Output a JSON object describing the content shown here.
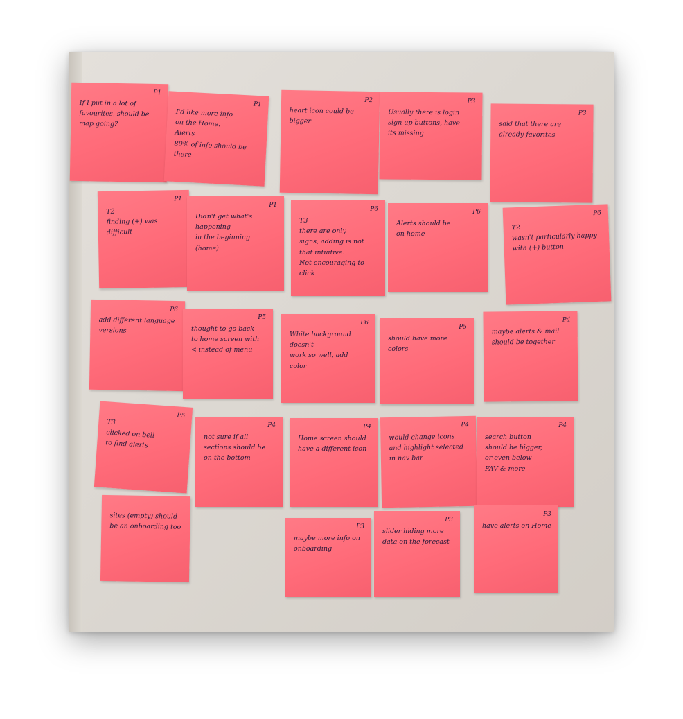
{
  "notes": [
    {
      "tag": "P1",
      "text": "If I put in a lot of\nfavourites, should be\nmap going?"
    },
    {
      "tag": "P1",
      "text": "I'd like more info\non the Home.\nAlerts\n80% of info should be\nthere"
    },
    {
      "tag": "P2",
      "text": "heart icon could be\nbigger"
    },
    {
      "tag": "P3",
      "text": "Usually there is login\nsign up buttons, have\nits missing"
    },
    {
      "tag": "P3",
      "text": "said that there are\nalready favorites"
    },
    {
      "tag": "P1",
      "text": "T2\nfinding (+) was difficult"
    },
    {
      "tag": "P1",
      "text": "Didn't get what's happening\nin the beginning\n(home)"
    },
    {
      "tag": "P6",
      "text": "T3\nthere are only\nsigns, adding is not\nthat intuitive.\nNot encouraging to click"
    },
    {
      "tag": "P6",
      "text": "Alerts should be\non home"
    },
    {
      "tag": "P6",
      "text": "T2\nwasn't particularly happy\nwith (+) button"
    },
    {
      "tag": "P6",
      "text": "add different language\nversions"
    },
    {
      "tag": "P5",
      "text": "thought to go back\nto home screen with\n< instead of menu"
    },
    {
      "tag": "P6",
      "text": "White background doesn't\nwork so well, add\ncolor"
    },
    {
      "tag": "P5",
      "text": "should have more\ncolors"
    },
    {
      "tag": "P4",
      "text": "maybe alerts & mail\nshould be together"
    },
    {
      "tag": "P5",
      "text": "T3\nclicked on bell\nto find alerts"
    },
    {
      "tag": "P4",
      "text": "not sure if all\nsections should be\non the bottom"
    },
    {
      "tag": "P4",
      "text": "Home screen should\nhave a different icon"
    },
    {
      "tag": "P4",
      "text": "would change icons\nand highlight selected\nin nav bar"
    },
    {
      "tag": "P4",
      "text": "search button\nshould be bigger,\nor even below\nFAV & more"
    },
    {
      "tag": "",
      "text": "sites (empty) should\nbe an onboarding too"
    },
    {
      "tag": "P3",
      "text": "maybe more info on\nonboarding"
    },
    {
      "tag": "P3",
      "text": "slider hiding more\ndata on the forecast"
    },
    {
      "tag": "P3",
      "text": "have alerts on Home"
    }
  ]
}
